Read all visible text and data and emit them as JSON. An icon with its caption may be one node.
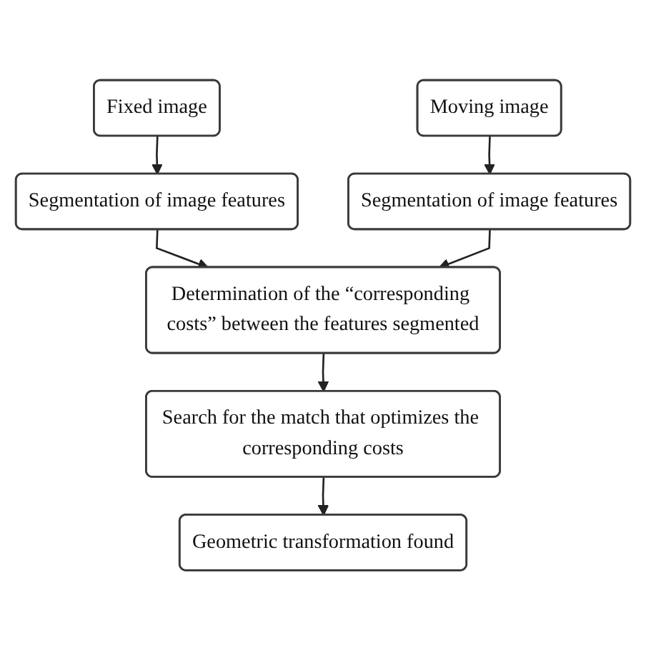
{
  "diagram": {
    "nodes": [
      {
        "text": [
          "Fixed image"
        ]
      },
      {
        "text": [
          "Moving image"
        ]
      },
      {
        "text": [
          "Segmentation of image features"
        ]
      },
      {
        "text": [
          "Segmentation of image features"
        ]
      },
      {
        "text": [
          "Determination of the “corresponding costs” between the features segmented"
        ]
      },
      {
        "text": [
          "Search for the match that optimizes the corresponding costs"
        ]
      },
      {
        "text": [
          "Geometric transformation found"
        ]
      }
    ],
    "edges": [
      {
        "from": 0,
        "to": 2,
        "arrow": "to"
      },
      {
        "from": 1,
        "to": 3,
        "arrow": "to"
      },
      {
        "from": 2,
        "to": 4,
        "arrow": "to"
      },
      {
        "from": 3,
        "to": 4,
        "arrow": "to"
      },
      {
        "from": 4,
        "to": 5,
        "arrow": "to"
      },
      {
        "from": 5,
        "to": 6,
        "arrow": "to"
      }
    ]
  }
}
